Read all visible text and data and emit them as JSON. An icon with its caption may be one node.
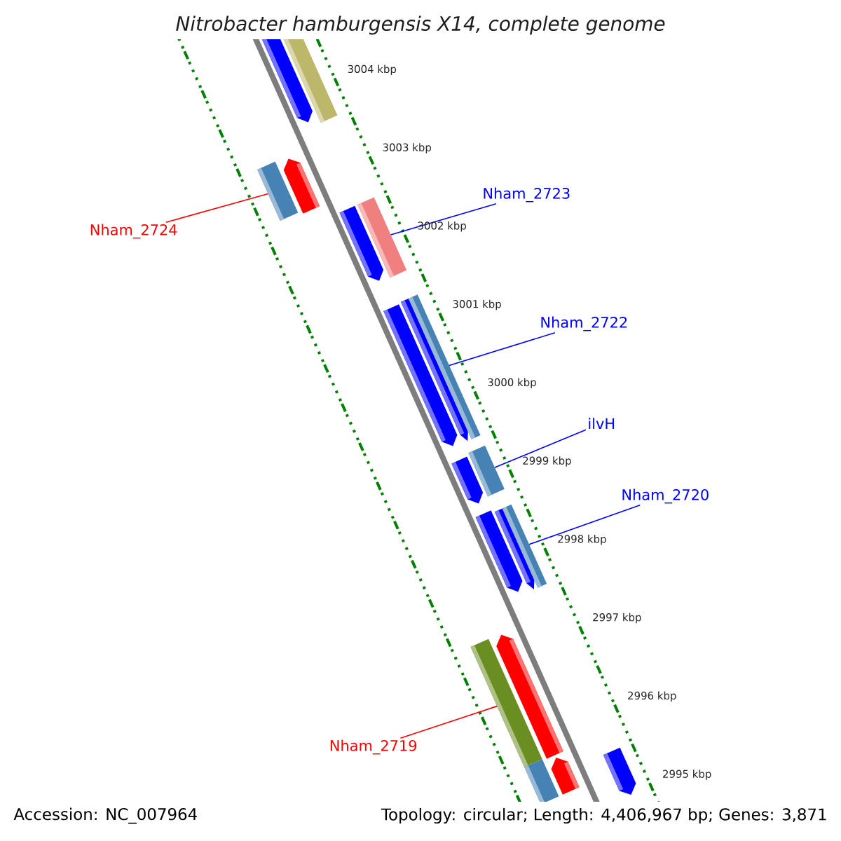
{
  "diagram": {
    "title": "*Nitrobacter hamburgensis X14, complete genome*",
    "nodes": [
      {
        "text": [],
        "shape": "arrow"
      },
      {
        "text": [],
        "shape": "bar"
      },
      {
        "text": [
          "Nham_2724"
        ]
      },
      {
        "text": [],
        "shape": "bar"
      },
      {
        "text": [],
        "shape": "arrow"
      },
      {
        "text": [
          "Nham_2723"
        ]
      },
      {
        "text": [],
        "shape": "arrow"
      },
      {
        "text": [],
        "shape": "bar"
      },
      {
        "text": [
          "Nham_2722"
        ]
      },
      {
        "text": [],
        "shape": "arrow"
      },
      {
        "text": [],
        "shape": "arrow"
      },
      {
        "text": [],
        "shape": "bar"
      },
      {
        "text": [
          "ilvH"
        ]
      },
      {
        "text": [],
        "shape": "arrow"
      },
      {
        "text": [],
        "shape": "bar"
      },
      {
        "text": [
          "Nham_2720"
        ]
      },
      {
        "text": [],
        "shape": "arrow"
      },
      {
        "text": [],
        "shape": "arrow"
      },
      {
        "text": [],
        "shape": "bar"
      },
      {
        "text": [
          "Nham_2719"
        ]
      },
      {
        "text": [],
        "shape": "bar"
      },
      {
        "text": [],
        "shape": "bar"
      },
      {
        "text": [],
        "shape": "arrow"
      },
      {
        "text": [],
        "shape": "arrow"
      },
      {
        "text": [],
        "shape": "arrow"
      }
    ],
    "edges": [
      {
        "from": 2,
        "to": 3,
        "arrow": "none",
        "color": "#ff0000"
      },
      {
        "from": 5,
        "to": 7,
        "arrow": "none"
      },
      {
        "from": 8,
        "to": 11,
        "arrow": "none"
      },
      {
        "from": 12,
        "to": 14,
        "arrow": "none"
      },
      {
        "from": 15,
        "to": 18,
        "arrow": "none"
      },
      {
        "from": 19,
        "to": 20,
        "arrow": "none",
        "color": "#ff0000"
      }
    ],
    "labels": [
      "3004 kbp",
      "3003 kbp",
      "3002 kbp",
      "3001 kbp",
      "3000 kbp",
      "2999 kbp",
      "2998 kbp",
      "2997 kbp",
      "2996 kbp",
      "2995 kbp",
      "Accession: NC_007964",
      "Topology: circular; Length: 4,406,967 bp; Genes: 3,871"
    ]
  }
}
